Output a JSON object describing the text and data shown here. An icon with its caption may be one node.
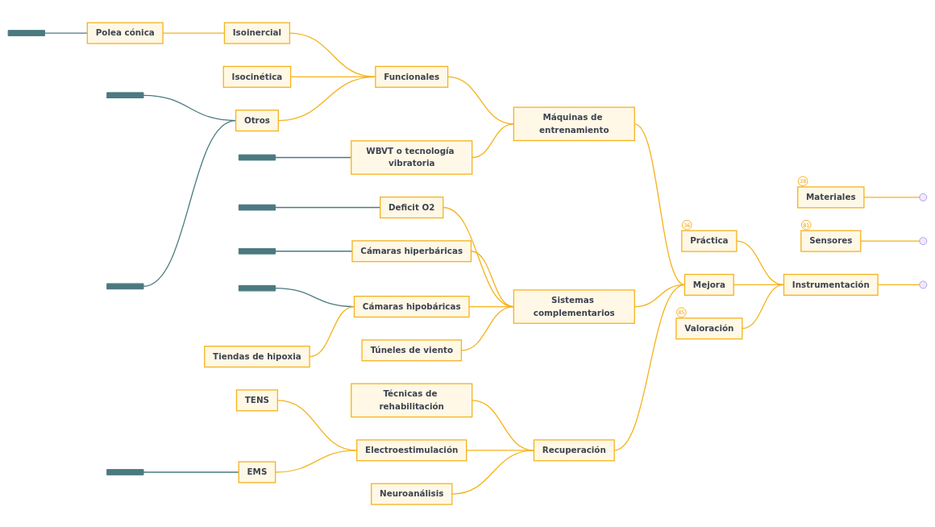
{
  "diagram": {
    "nodes": [
      {
        "text": [
          "Materiales"
        ],
        "beside": [
          "38"
        ]
      },
      {
        "text": [
          "Sensores"
        ],
        "beside": [
          "81"
        ]
      },
      {
        "text": [
          "Práctica"
        ],
        "beside": [
          "36"
        ]
      },
      {
        "text": [],
        "shape": "bar"
      },
      {
        "text": [
          "Polea cónica"
        ]
      },
      {
        "text": [
          "Isoinercial"
        ]
      },
      {
        "text": [
          "Isocinética"
        ]
      },
      {
        "text": [
          "Funcionales"
        ]
      },
      {
        "text": [],
        "shape": "bar"
      },
      {
        "text": [
          "Otros"
        ]
      },
      {
        "text": [
          "Máquinas de entrenamiento"
        ]
      },
      {
        "text": [],
        "shape": "bar"
      },
      {
        "text": [],
        "shape": "bar"
      },
      {
        "text": [
          "WBVT o tecnología vibratoria"
        ]
      },
      {
        "text": [],
        "shape": "bar"
      },
      {
        "text": [
          "Deficit O2"
        ]
      },
      {
        "text": [],
        "shape": "bar"
      },
      {
        "text": [
          "Cámaras hiperbáricas"
        ]
      },
      {
        "text": [
          "Instrumentación"
        ]
      },
      {
        "text": [],
        "shape": "bar"
      },
      {
        "text": [
          "Sistemas complementarios"
        ]
      },
      {
        "text": [
          "Mejora"
        ]
      },
      {
        "text": [
          "Cámaras hipobáricas"
        ]
      },
      {
        "text": [
          "Tiendas de hipoxia"
        ]
      },
      {
        "text": [
          "Túneles de viento"
        ]
      },
      {
        "text": [
          "Técnicas de rehabilitación"
        ]
      },
      {
        "text": [
          "TENS"
        ]
      },
      {
        "text": [
          "Electroestimulación"
        ]
      },
      {
        "text": [],
        "shape": "bar"
      },
      {
        "text": [
          "EMS"
        ]
      },
      {
        "text": [
          "Recuperación"
        ]
      },
      {
        "text": [
          "Neuroanálisis"
        ]
      },
      {
        "text": [
          "Valoración"
        ],
        "beside": [
          "85"
        ]
      }
    ],
    "edges": [
      {
        "from": null,
        "to": 0,
        "arrow": "none"
      },
      {
        "from": null,
        "to": 1,
        "arrow": "none"
      },
      {
        "from": null,
        "to": 18,
        "arrow": "none"
      },
      {
        "from": 18,
        "to": 2,
        "arrow": "none"
      },
      {
        "from": 18,
        "to": 21,
        "arrow": "none"
      },
      {
        "from": 18,
        "to": 32,
        "arrow": "none"
      },
      {
        "from": 21,
        "to": 10,
        "arrow": "none"
      },
      {
        "from": 21,
        "to": 20,
        "arrow": "none"
      },
      {
        "from": 21,
        "to": 30,
        "arrow": "none"
      },
      {
        "from": 10,
        "to": 7,
        "arrow": "none"
      },
      {
        "from": 10,
        "to": 13,
        "arrow": "none"
      },
      {
        "from": 7,
        "to": 5,
        "arrow": "none"
      },
      {
        "from": 7,
        "to": 6,
        "arrow": "none"
      },
      {
        "from": 7,
        "to": 9,
        "arrow": "none"
      },
      {
        "from": 5,
        "to": 4,
        "arrow": "none"
      },
      {
        "from": 4,
        "to": 3,
        "arrow": "none",
        "color": "#4a7a80"
      },
      {
        "from": 9,
        "to": 8,
        "arrow": "none",
        "color": "#4a7a80"
      },
      {
        "from": 9,
        "to": 11,
        "arrow": "none",
        "color": "#4a7a80"
      },
      {
        "from": 13,
        "to": 12,
        "arrow": "none",
        "color": "#4a7a80"
      },
      {
        "from": 20,
        "to": 15,
        "arrow": "none"
      },
      {
        "from": 20,
        "to": 17,
        "arrow": "none"
      },
      {
        "from": 20,
        "to": 22,
        "arrow": "none"
      },
      {
        "from": 20,
        "to": 24,
        "arrow": "none"
      },
      {
        "from": 15,
        "to": 14,
        "arrow": "none",
        "color": "#4a7a80"
      },
      {
        "from": 17,
        "to": 16,
        "arrow": "none",
        "color": "#4a7a80"
      },
      {
        "from": 22,
        "to": 19,
        "arrow": "none",
        "color": "#4a7a80"
      },
      {
        "from": 22,
        "to": 23,
        "arrow": "none"
      },
      {
        "from": 30,
        "to": 25,
        "arrow": "none"
      },
      {
        "from": 30,
        "to": 27,
        "arrow": "none"
      },
      {
        "from": 30,
        "to": 31,
        "arrow": "none"
      },
      {
        "from": 27,
        "to": 26,
        "arrow": "none"
      },
      {
        "from": 27,
        "to": 29,
        "arrow": "none"
      },
      {
        "from": 29,
        "to": 28,
        "arrow": "none",
        "color": "#4a7a80"
      }
    ]
  }
}
